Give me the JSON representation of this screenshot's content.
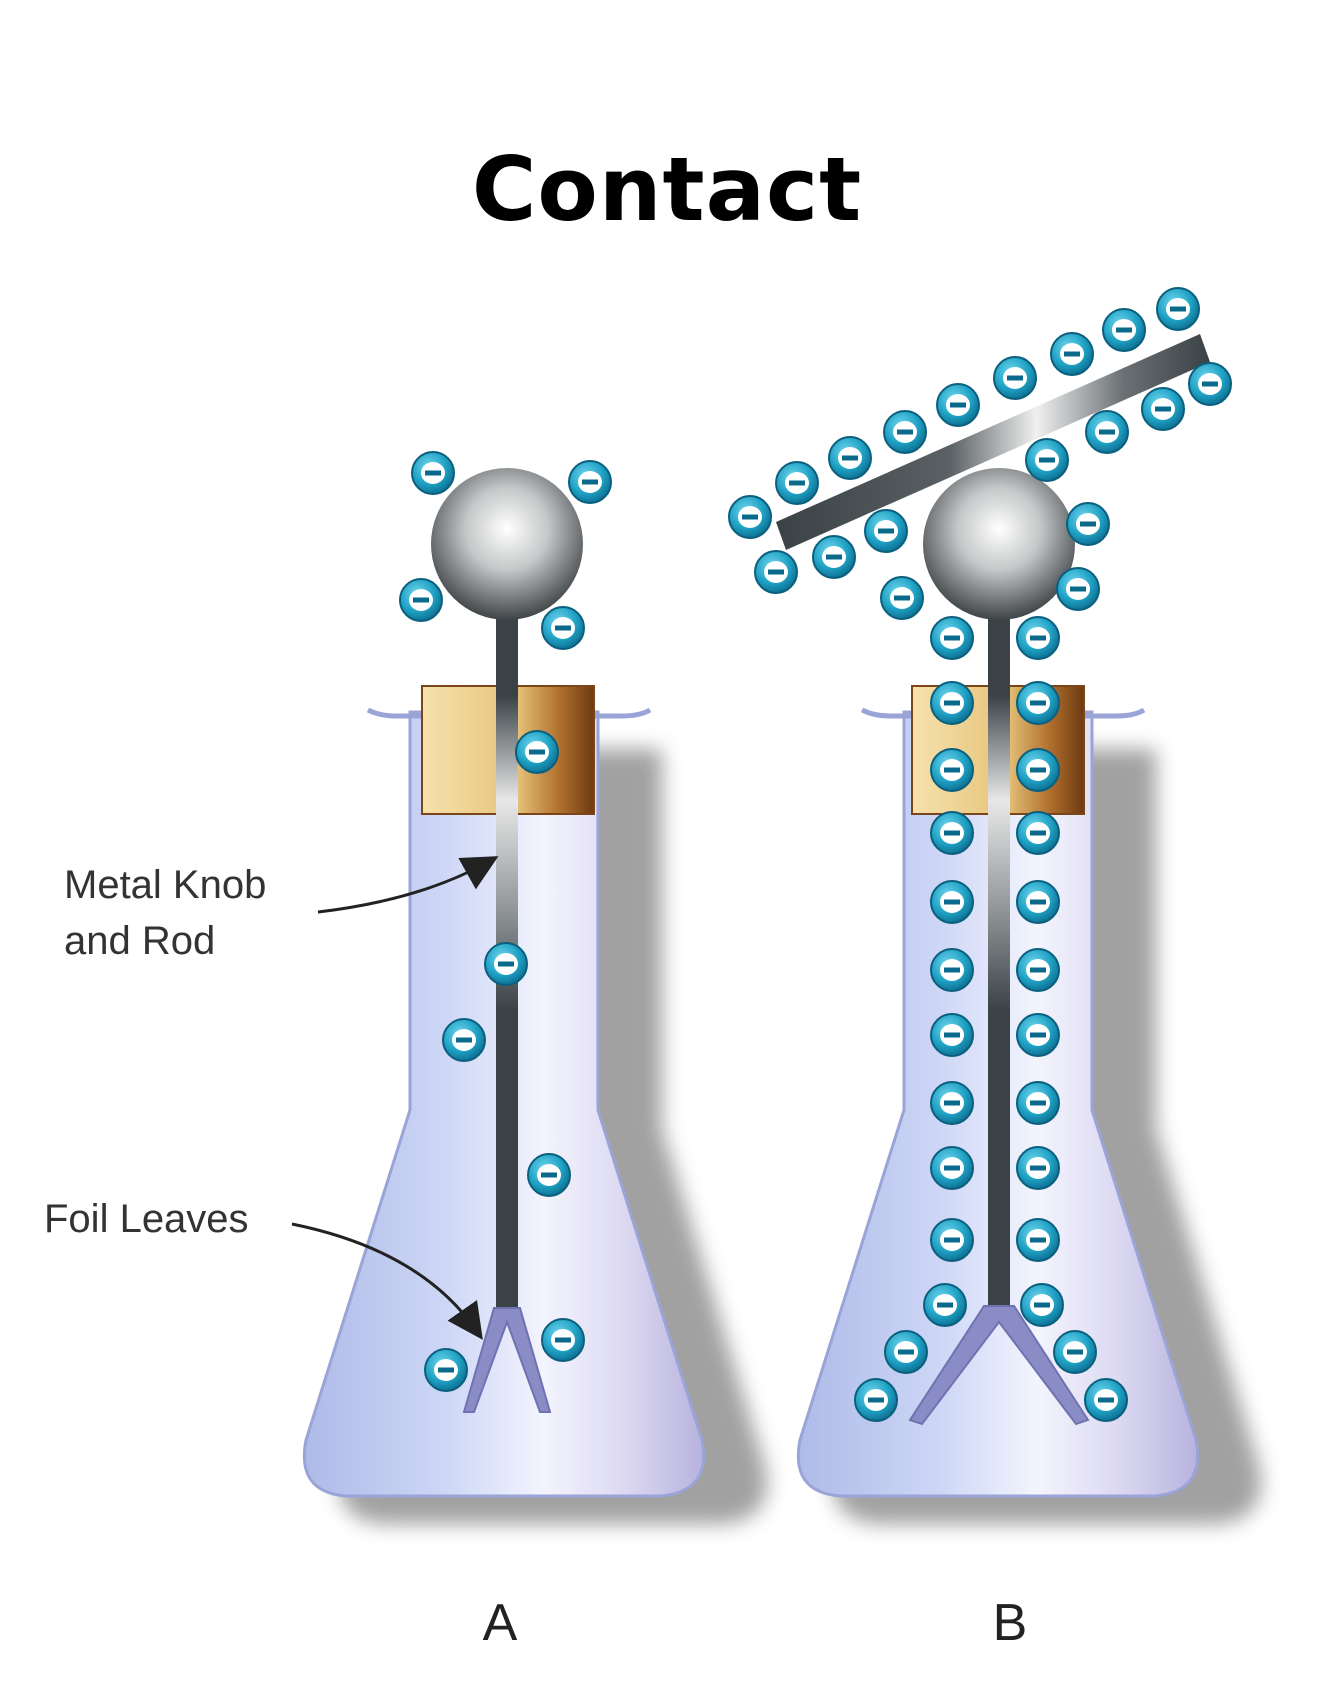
{
  "title": "Contact",
  "labels": {
    "knob_line1": "Metal Knob",
    "knob_line2": "and Rod",
    "foil": "Foil Leaves",
    "panel_a": "A",
    "panel_b": "B"
  },
  "electron_symbol": "−",
  "colors": {
    "electron": "#2aa9c9",
    "glass": "#c9d2f3",
    "cork_light": "#f2d9a0",
    "cork_dark": "#7a4518",
    "rod": "#3b4448",
    "knob": "#8d9193"
  }
}
